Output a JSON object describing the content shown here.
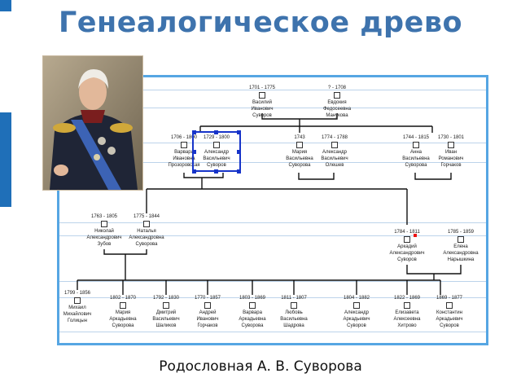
{
  "slide": {
    "title": "Генеалогическое древо",
    "caption": "Родословная А. В. Суворова"
  },
  "colors": {
    "title": "#3e73ad",
    "frame": "#56a6e3",
    "accent": "#1f6fb8",
    "selection": "#1734c9"
  },
  "tree": [
    {
      "id": "p01",
      "years": "1701 - 1775",
      "name1": "Василий",
      "name2": "Иванович",
      "name3": "Суворов"
    },
    {
      "id": "p02",
      "years": "? - 1708",
      "name1": "Евдокия",
      "name2": "Федосеевна",
      "name3": "Манукова"
    },
    {
      "id": "p03",
      "years": "1706 - 1800",
      "name1": "Варвара",
      "name2": "Ивановна",
      "name3": "Прозоровская"
    },
    {
      "id": "p04",
      "years": "1729 - 1800",
      "name1": "Александр",
      "name2": "Васильевич",
      "name3": "Суворов"
    },
    {
      "id": "p05",
      "years": "1743",
      "name1": "Мария",
      "name2": "Васильевна",
      "name3": "Суворова"
    },
    {
      "id": "p06",
      "years": "1774 - 1788",
      "name1": "Александр",
      "name2": "Васильевич",
      "name3": "Олешев"
    },
    {
      "id": "p07",
      "years": "1744 - 1815",
      "name1": "Анна",
      "name2": "Васильевна",
      "name3": "Суворова"
    },
    {
      "id": "p08",
      "years": "1730 - 1801",
      "name1": "Иван",
      "name2": "Романович",
      "name3": "Горчаков"
    },
    {
      "id": "p09",
      "years": "1763 - 1805",
      "name1": "Николай",
      "name2": "Александрович",
      "name3": "Зубов"
    },
    {
      "id": "p10",
      "years": "1775 - 1844",
      "name1": "Наталья",
      "name2": "Александровна",
      "name3": "Суворова"
    },
    {
      "id": "p11",
      "years": "1784 - 1811",
      "name1": "Аркадий",
      "name2": "Александрович",
      "name3": "Суворов"
    },
    {
      "id": "p12",
      "years": "1785 - 1859",
      "name1": "Елена",
      "name2": "Александровна",
      "name3": "Нарышкина"
    },
    {
      "id": "p13",
      "years": "1799 - 1856",
      "name1": "Михаил",
      "name2": "Михайлович",
      "name3": "Голицын"
    },
    {
      "id": "p14",
      "years": "1802 - 1870",
      "name1": "Мария",
      "name2": "Аркадьевна",
      "name3": "Суворова"
    },
    {
      "id": "p15",
      "years": "1792 - 1830",
      "name1": "Дмитрий",
      "name2": "Васильевич",
      "name3": "Шаликов"
    },
    {
      "id": "p16",
      "years": "1770 - 1857",
      "name1": "Андрей",
      "name2": "Иванович",
      "name3": "Горчаков"
    },
    {
      "id": "p17",
      "years": "1803 - 1869",
      "name1": "Варвара",
      "name2": "Аркадьевна",
      "name3": "Суворова"
    },
    {
      "id": "p18",
      "years": "1811 - 1807",
      "name1": "Любовь",
      "name2": "Васильевна",
      "name3": "Шадрова"
    },
    {
      "id": "p19",
      "years": "1804 - 1882",
      "name1": "Александр",
      "name2": "Аркадьевич",
      "name3": "Суворов"
    },
    {
      "id": "p20",
      "years": "1822 - 1869",
      "name1": "Елизавета",
      "name2": "Алексеевна",
      "name3": "Хитрово"
    },
    {
      "id": "p21",
      "years": "1869 - 1877",
      "name1": "Константин",
      "name2": "Аркадьевич",
      "name3": "Суворов"
    }
  ]
}
